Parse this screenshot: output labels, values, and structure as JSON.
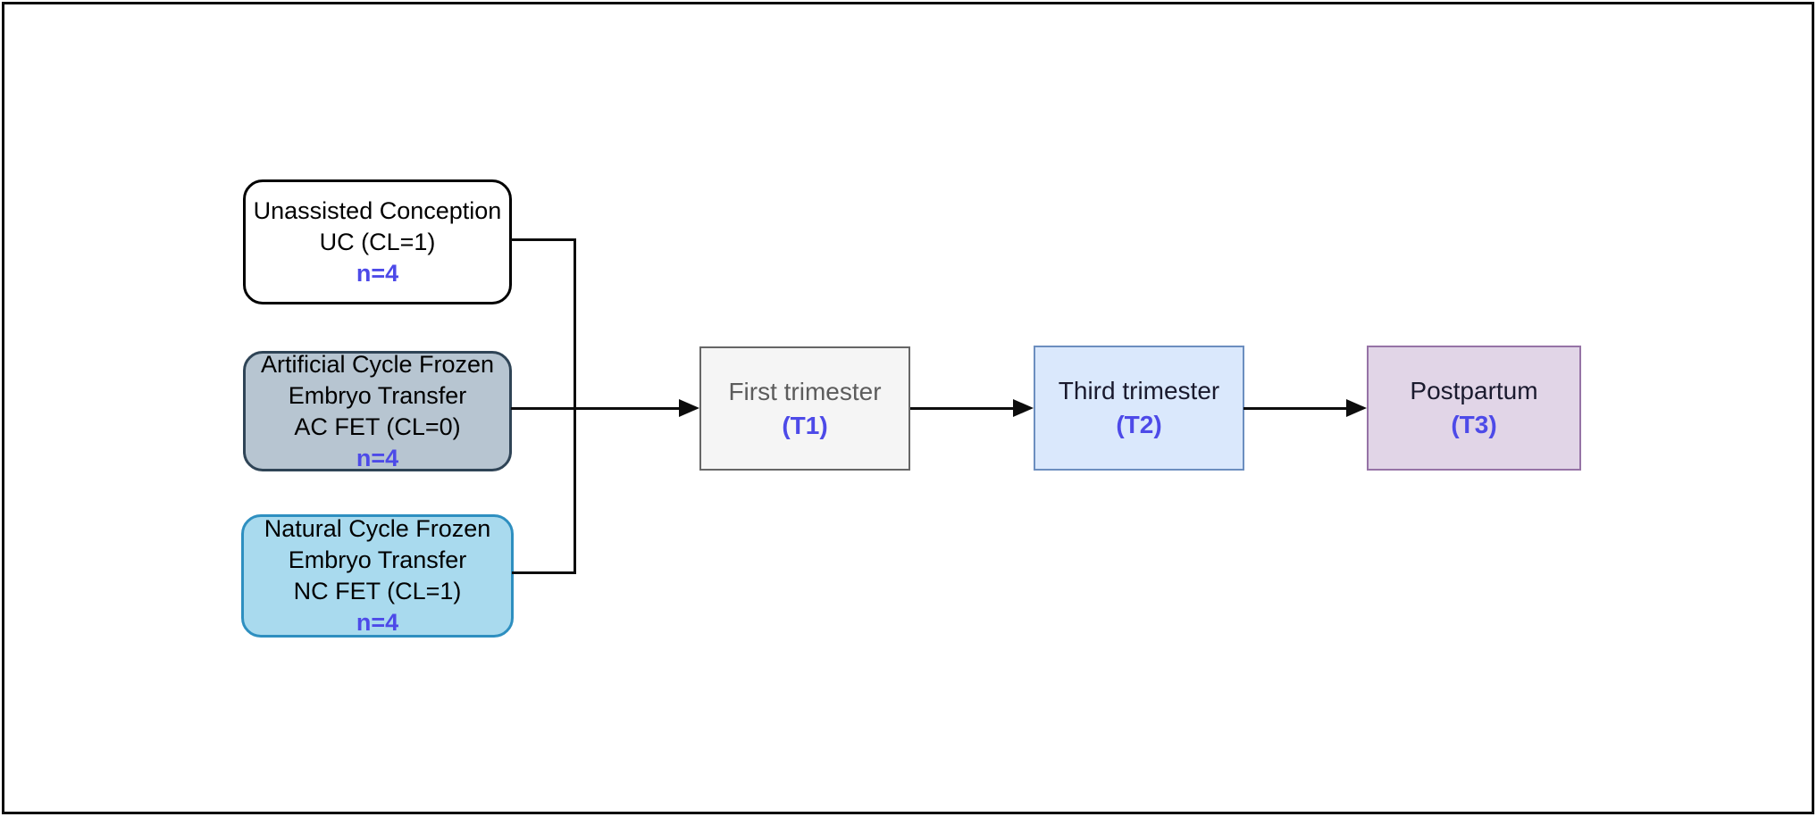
{
  "groups": [
    {
      "id": "uc",
      "lines": [
        "Unassisted Conception",
        "UC (CL=1)"
      ],
      "n": "n=4",
      "fill": "#ffffff",
      "border": "#000000"
    },
    {
      "id": "ac_fet",
      "lines": [
        "Artificial Cycle Frozen",
        "Embryo Transfer",
        "AC FET (CL=0)"
      ],
      "n": "n=4",
      "fill": "#b7c5d1",
      "border": "#2f4456"
    },
    {
      "id": "nc_fet",
      "lines": [
        "Natural Cycle Frozen",
        "Embryo Transfer",
        "NC FET (CL=1)"
      ],
      "n": "n=4",
      "fill": "#a9daee",
      "border": "#2e8fc0"
    }
  ],
  "timepoints": [
    {
      "id": "t1",
      "label": "First trimester",
      "tag": "(T1)",
      "fill": "#f5f5f5",
      "border": "#666666"
    },
    {
      "id": "t2",
      "label": "Third trimester",
      "tag": "(T2)",
      "fill": "#dae8fc",
      "border": "#6c8ebf"
    },
    {
      "id": "t3",
      "label": "Postpartum",
      "tag": "(T3)",
      "fill": "#e1d5e7",
      "border": "#9673a6"
    }
  ],
  "colors": {
    "accent_text": "#4d4ae8",
    "connector": "#0d0d0d",
    "canvas_border": "#0d0d0d",
    "background": "#ffffff"
  }
}
